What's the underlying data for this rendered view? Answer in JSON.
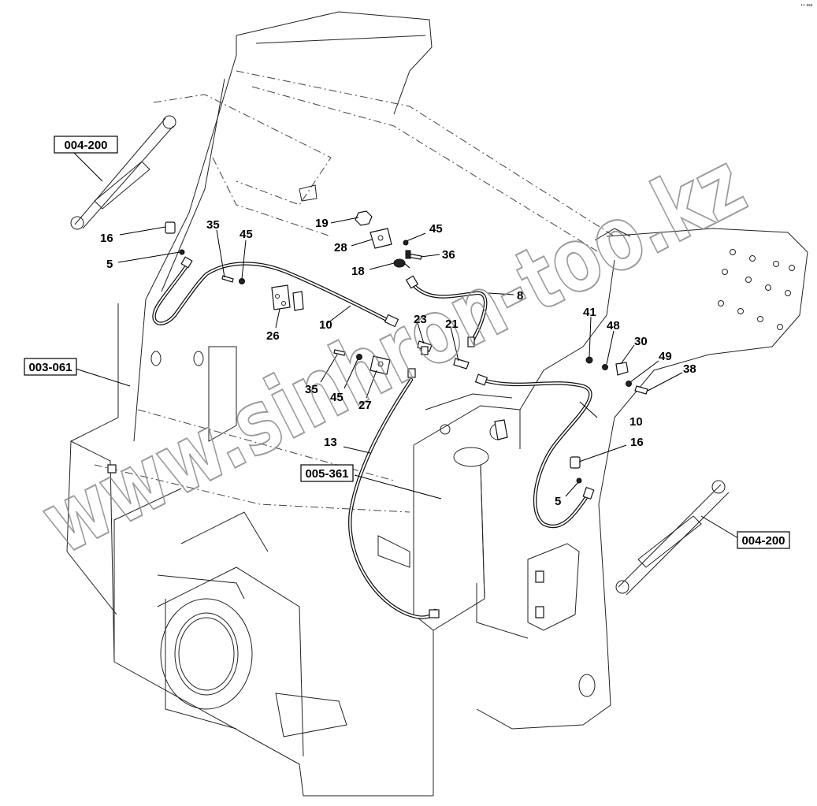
{
  "corner_mark": "•• sss",
  "watermark": "www.sinhron-too.kz",
  "callouts": [
    {
      "id": "c16a",
      "text": "16"
    },
    {
      "id": "c5a",
      "text": "5"
    },
    {
      "id": "c35a",
      "text": "35"
    },
    {
      "id": "c45a",
      "text": "45"
    },
    {
      "id": "c19",
      "text": "19"
    },
    {
      "id": "c45b",
      "text": "45"
    },
    {
      "id": "c28",
      "text": "28"
    },
    {
      "id": "c36",
      "text": "36"
    },
    {
      "id": "c18",
      "text": "18"
    },
    {
      "id": "c8",
      "text": "8"
    },
    {
      "id": "c26",
      "text": "26"
    },
    {
      "id": "c10a",
      "text": "10"
    },
    {
      "id": "c23",
      "text": "23"
    },
    {
      "id": "c21",
      "text": "21"
    },
    {
      "id": "c41",
      "text": "41"
    },
    {
      "id": "c48",
      "text": "48"
    },
    {
      "id": "c30",
      "text": "30"
    },
    {
      "id": "c49",
      "text": "49"
    },
    {
      "id": "c38",
      "text": "38"
    },
    {
      "id": "c35b",
      "text": "35"
    },
    {
      "id": "c45c",
      "text": "45"
    },
    {
      "id": "c27",
      "text": "27"
    },
    {
      "id": "c13",
      "text": "13"
    },
    {
      "id": "c10b",
      "text": "10"
    },
    {
      "id": "c16b",
      "text": "16"
    },
    {
      "id": "c5b",
      "text": "5"
    }
  ],
  "references": [
    {
      "id": "r1",
      "text": "004-200"
    },
    {
      "id": "r2",
      "text": "003-061"
    },
    {
      "id": "r3",
      "text": "005-361"
    },
    {
      "id": "r4",
      "text": "004-200"
    }
  ]
}
